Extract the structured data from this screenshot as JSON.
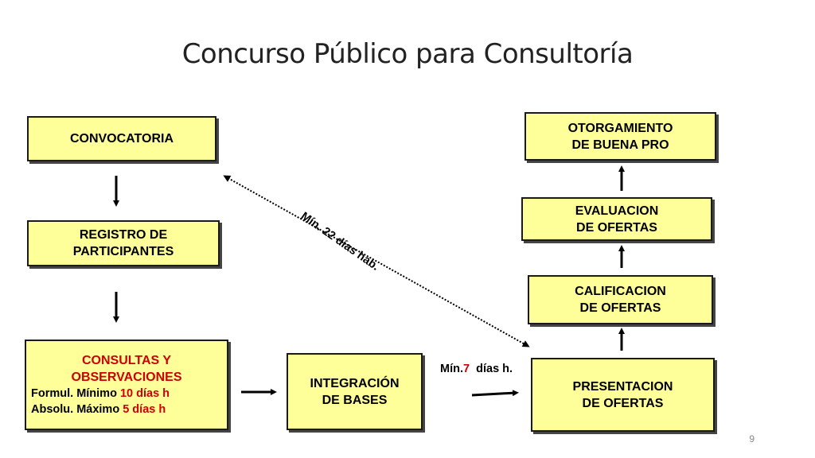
{
  "title": "Concurso Público para Consultoría",
  "slide_number": "9",
  "colors": {
    "box_fill": "#ffff99",
    "highlight": "#cc0000",
    "border": "#1a1a1a"
  },
  "boxes": {
    "convocatoria": "CONVOCATORIA",
    "registro": {
      "line1": "REGISTRO DE",
      "line2": "PARTICIPANTES"
    },
    "consultas": {
      "line1": "CONSULTAS Y",
      "line2": "OBSERVACIONES",
      "formul_prefix": "Formul. Mínimo ",
      "formul_value": "10 días h",
      "absolu_prefix": "Absolu. Máximo ",
      "absolu_value": "5 días h"
    },
    "integracion": {
      "line1": "INTEGRACIÓN",
      "line2": "DE BASES"
    },
    "presentacion": {
      "line1": "PRESENTACION",
      "line2": "DE OFERTAS"
    },
    "calificacion": {
      "line1": "CALIFICACION",
      "line2": "DE OFERTAS"
    },
    "evaluacion": {
      "line1": "EVALUACION",
      "line2": "DE OFERTAS"
    },
    "otorgamiento": {
      "line1": "OTORGAMIENTO",
      "line2": "DE BUENA PRO"
    }
  },
  "labels": {
    "min22": "Mín. 22 días hab.",
    "min7_prefix": "Mín.",
    "min7_value": "7",
    "min7_suffix": "  días h."
  }
}
